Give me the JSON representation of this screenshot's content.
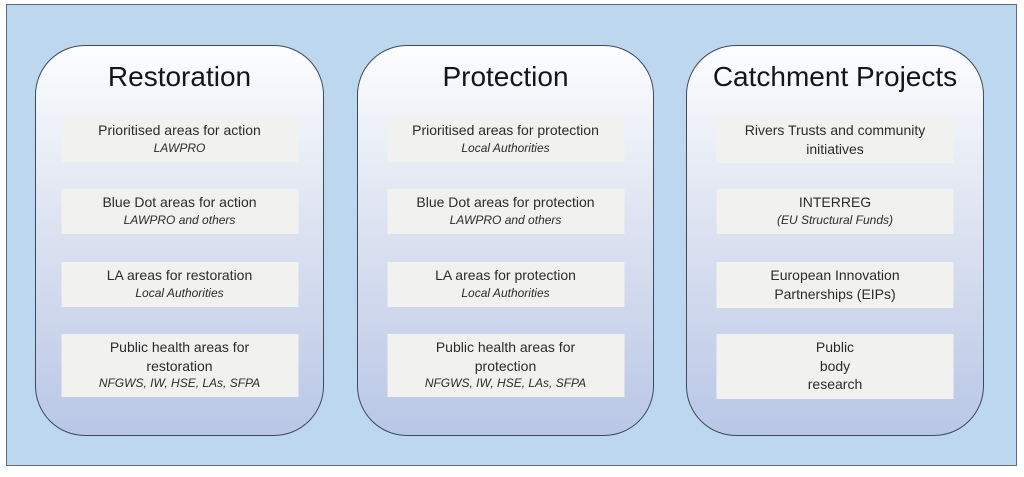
{
  "colors": {
    "frame_background": "#BDD7EE",
    "frame_border": "#5b6a7c",
    "panel_border": "#3e4a5c",
    "panel_gradient_top": "#fcfdfe",
    "panel_gradient_bottom": "#b9c7e6",
    "box_background": "#f1f1f0",
    "box_text": "#2b2b2b"
  },
  "panels": [
    {
      "title": "Restoration",
      "boxes": [
        {
          "lines": [
            "Prioritised areas for action"
          ],
          "subtitle": "LAWPRO"
        },
        {
          "lines": [
            "Blue Dot areas for action"
          ],
          "subtitle": "LAWPRO and others"
        },
        {
          "lines": [
            "LA areas for restoration"
          ],
          "subtitle": "Local Authorities"
        },
        {
          "lines": [
            "Public health areas for",
            "restoration"
          ],
          "subtitle": "NFGWS, IW, HSE, LAs, SFPA"
        }
      ]
    },
    {
      "title": "Protection",
      "boxes": [
        {
          "lines": [
            "Prioritised areas for protection"
          ],
          "subtitle": "Local Authorities"
        },
        {
          "lines": [
            "Blue Dot areas for protection"
          ],
          "subtitle": "LAWPRO and others"
        },
        {
          "lines": [
            "LA areas for protection"
          ],
          "subtitle": "Local Authorities"
        },
        {
          "lines": [
            "Public health areas for",
            "protection"
          ],
          "subtitle": "NFGWS, IW, HSE, LAs, SFPA"
        }
      ]
    },
    {
      "title": "Catchment Projects",
      "boxes": [
        {
          "lines": [
            "Rivers Trusts and community",
            "initiatives"
          ]
        },
        {
          "lines": [
            "INTERREG"
          ],
          "subtitle": "(EU Structural Funds)"
        },
        {
          "lines": [
            "European Innovation",
            "Partnerships (EIPs)"
          ]
        },
        {
          "lines": [
            "Public",
            "body",
            "research"
          ]
        }
      ]
    }
  ]
}
